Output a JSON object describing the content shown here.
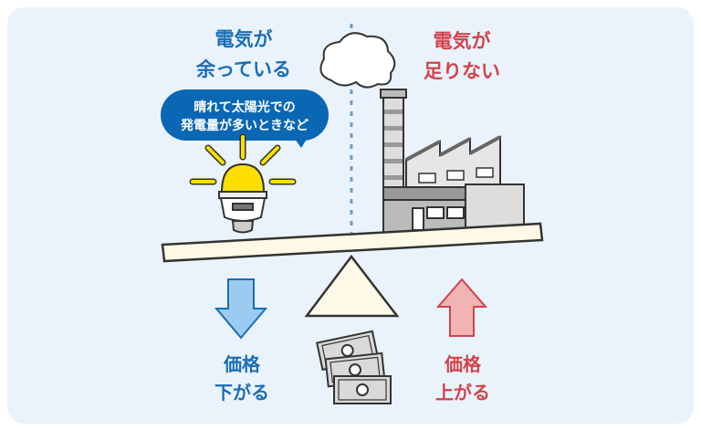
{
  "left": {
    "heading_line1": "電気が",
    "heading_line2": "余っている",
    "bubble_line1": "晴れて太陽光での",
    "bubble_line2": "発電量が多いときなど",
    "price_line1": "価格",
    "price_line2": "下がる",
    "icon": "light-bulb-icon"
  },
  "right": {
    "heading_line1": "電気が",
    "heading_line2": "足りない",
    "price_line1": "価格",
    "price_line2": "上がる",
    "icon": "factory-icon"
  },
  "colors": {
    "background": "#eaf3fb",
    "blue": "#1a6db5",
    "red": "#d1434d",
    "beam": "#fdf9e6",
    "bulb": "#ffdf00",
    "arrow_down": "#9ccbf1",
    "arrow_up": "#f2b3b3"
  }
}
